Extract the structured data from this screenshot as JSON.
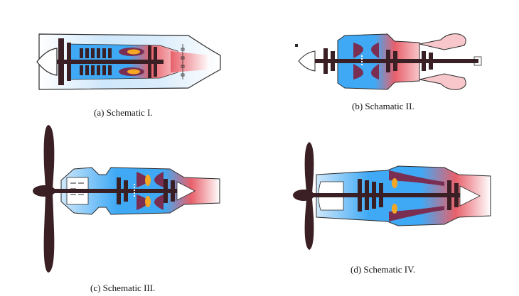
{
  "figure": {
    "panels": [
      {
        "caption": "(a) Schematic I."
      },
      {
        "caption": "(b) Schamatic II."
      },
      {
        "caption": "(c) Schematic III."
      },
      {
        "caption": "(d) Schematic IV."
      }
    ],
    "colors": {
      "cold_flow": "#3fa9f5",
      "cold_flow_light": "#cfe8fb",
      "hot_flow": "#e8606a",
      "hot_flow_light": "#f7c7cb",
      "combustor": "#7a2f52",
      "flame": "#f5a623",
      "shaft": "#3a1f24",
      "outline": "#2a2a2a"
    }
  }
}
